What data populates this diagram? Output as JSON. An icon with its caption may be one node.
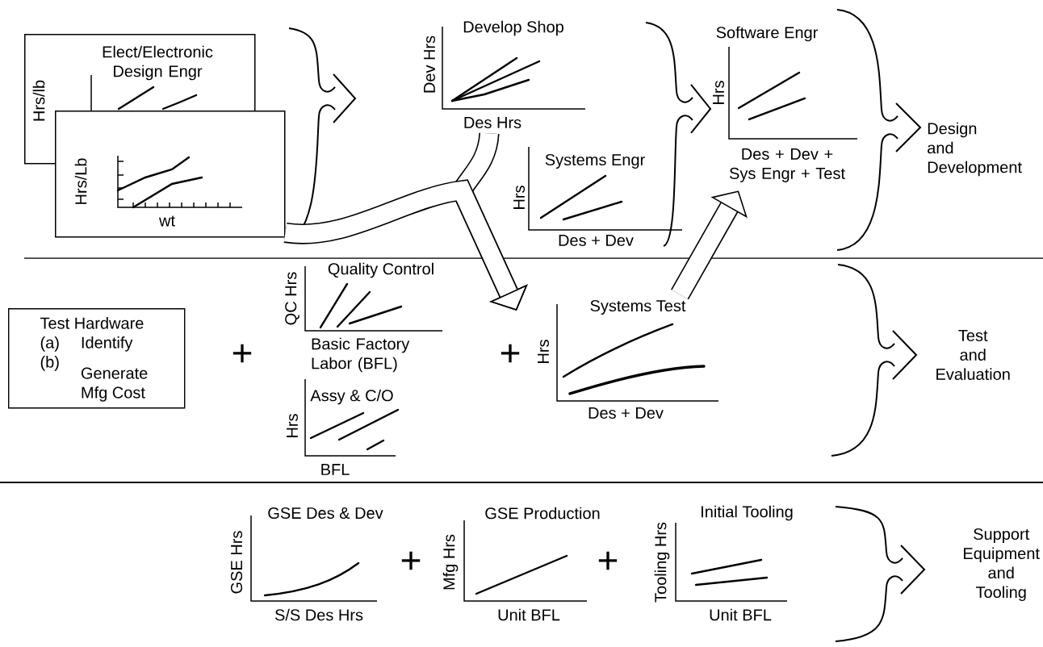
{
  "diagram": {
    "nodes": [
      {
        "text": [
          "Elect/Electronic Design Engr",
          "Hrs/lb"
        ]
      },
      {
        "text": [
          "Hrs/Lb",
          "wt"
        ]
      },
      {
        "text": [
          "Develop Shop",
          "Dev Hrs",
          "Des Hrs"
        ]
      },
      {
        "text": [
          "Systems Engr",
          "Hrs",
          "Des + Dev"
        ]
      },
      {
        "text": [
          "Software Engr",
          "Hrs",
          "Des + Dev + Sys Engr + Test"
        ]
      },
      {
        "text": [
          "Design and Development"
        ]
      },
      {
        "text": [
          "Test Hardware",
          "(a)",
          "Identify",
          "(b)",
          "Generate Mfg Cost"
        ]
      },
      {
        "text": [
          "Quality Control",
          "QC Hrs",
          "Basic Factory Labor (BFL)"
        ]
      },
      {
        "text": [
          "Assy & C/O",
          "Hrs",
          "BFL"
        ]
      },
      {
        "text": [
          "Systems Test",
          "Hrs",
          "Des + Dev"
        ]
      },
      {
        "text": [
          "Test and Evaluation"
        ]
      },
      {
        "text": [
          "GSE Des & Dev",
          "GSE Hrs",
          "S/S Des Hrs"
        ]
      },
      {
        "text": [
          "GSE Production",
          "Mfg Hrs",
          "Unit BFL"
        ]
      },
      {
        "text": [
          "Initial Tooling",
          "Tooling Hrs",
          "Unit BFL"
        ]
      },
      {
        "text": [
          "Support Equipment and Tooling"
        ]
      }
    ],
    "edges": [
      {
        "from": 2,
        "to": 9,
        "arrow": "to"
      },
      {
        "from": 1,
        "to": 9,
        "arrow": "to"
      },
      {
        "from": 9,
        "to": 4,
        "arrow": "to"
      }
    ],
    "labels": [
      "+",
      "+",
      "+",
      "+"
    ]
  }
}
